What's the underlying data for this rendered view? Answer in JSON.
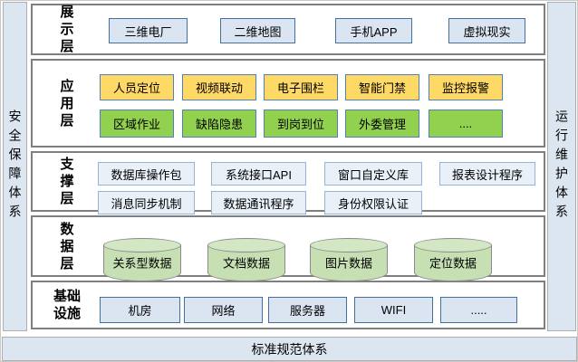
{
  "diagram": {
    "left_sidebar": {
      "label": "安全保障体系"
    },
    "right_sidebar": {
      "label": "运行维护体系"
    },
    "bottom_bar": {
      "label": "标准规范体系"
    },
    "colors": {
      "sidebar_fill": "#dce6f1",
      "blue_box_fill": "#dbe5f1",
      "blue_box_border": "#41719c",
      "yellow_box_fill": "#ffd966",
      "green_box_fill": "#92d050",
      "support_box_fill": "#e9f0f8",
      "support_box_border": "#95b3d7",
      "cylinder_fill": "#c6e0b4",
      "container_border": "#7f7f7f"
    },
    "layers": [
      {
        "name": "presentation",
        "label": "展\n示\n层",
        "boxes": [
          "三维电厂",
          "二维地图",
          "手机APP",
          "虚拟现实"
        ]
      },
      {
        "name": "application",
        "label": "应\n用\n层",
        "rows": [
          [
            "人员定位",
            "视频联动",
            "电子围栏",
            "智能门禁",
            "监控报警"
          ],
          [
            "区域作业",
            "缺陷隐患",
            "到岗到位",
            "外委管理",
            "...."
          ]
        ]
      },
      {
        "name": "support",
        "label": "支\n撑\n层",
        "rows": [
          [
            "数据库操作包",
            "系统接口API",
            "窗口自定义库",
            "报表设计程序"
          ],
          [
            "消息同步机制",
            "数据通讯程序",
            "身份权限认证"
          ]
        ]
      },
      {
        "name": "data",
        "label": "数\n据\n层",
        "cylinders": [
          "关系型数据",
          "文档数据",
          "图片数据",
          "定位数据"
        ]
      },
      {
        "name": "infrastructure",
        "label": "基础\n设施",
        "boxes": [
          "机房",
          "网络",
          "服务器",
          "WIFI",
          "....."
        ]
      }
    ]
  }
}
